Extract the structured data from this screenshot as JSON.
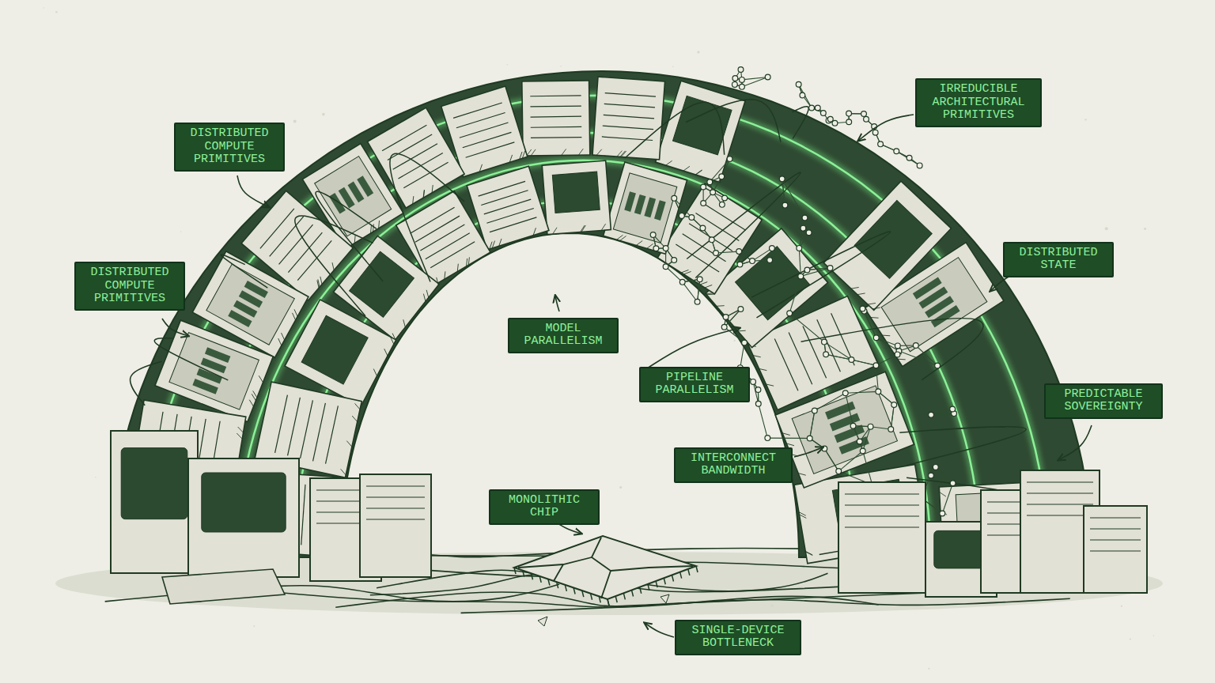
{
  "diagram": {
    "nodes": [
      {
        "text": [
          "IRREDUCIBLE ARCHITECTURAL PRIMITIVES"
        ]
      },
      {
        "text": [
          "DISTRIBUTED COMPUTE PRIMITIVES"
        ]
      },
      {
        "text": [
          "DISTRIBUTED STATE"
        ]
      },
      {
        "text": [
          "DISTRIBUTED COMPUTE PRIMITIVES"
        ]
      },
      {
        "text": [
          "MODEL PARALLELISM"
        ]
      },
      {
        "text": [
          "PIPELINE PARALLELISM"
        ]
      },
      {
        "text": [
          "PREDICTABLE SOVEREIGNTY"
        ]
      },
      {
        "text": [
          "INTERCONNECT BANDWIDTH"
        ]
      },
      {
        "text": [
          "MONOLITHIC CHIP"
        ]
      },
      {
        "text": [
          "SINGLE-DEVICE BOTTLENECK"
        ]
      }
    ],
    "edges": []
  }
}
